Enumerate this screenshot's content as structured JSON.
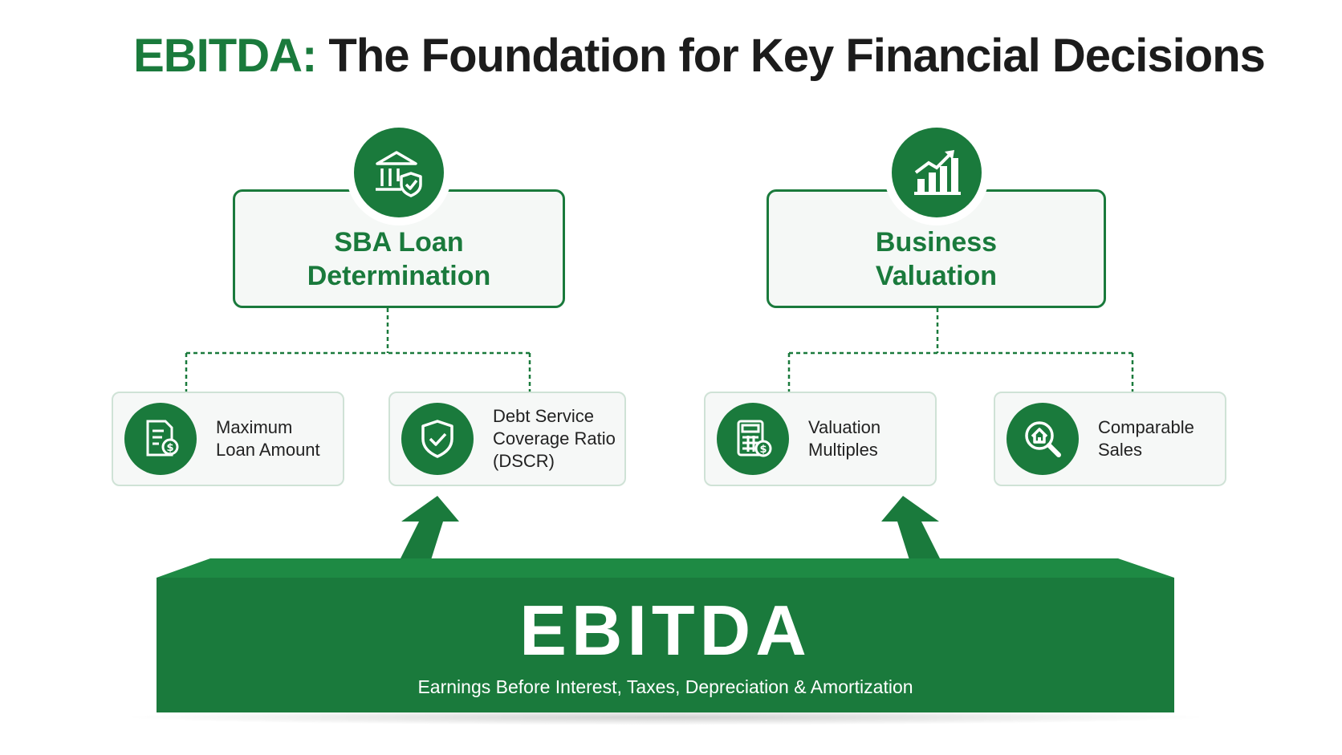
{
  "title": {
    "accent": "EBITDA:",
    "rest": " The Foundation for Key Financial Decisions"
  },
  "colors": {
    "brand_green": "#1a7a3c",
    "box_border": "#cfe2d6",
    "box_fill": "#f6f8f7"
  },
  "branches": [
    {
      "label": "SBA Loan\nDetermination",
      "icon": "bank-shield-icon",
      "items": [
        {
          "label": "Maximum\nLoan Amount",
          "icon": "loan-document-icon"
        },
        {
          "label": "Debt Service\nCoverage Ratio\n(DSCR)",
          "icon": "shield-check-icon"
        }
      ]
    },
    {
      "label": "Business\nValuation",
      "icon": "growth-chart-icon",
      "items": [
        {
          "label": "Valuation\nMultiples",
          "icon": "calculator-icon"
        },
        {
          "label": "Comparable\nSales",
          "icon": "house-search-icon"
        }
      ]
    }
  ],
  "foundation": {
    "title": "EBITDA",
    "subtitle": "Earnings Before Interest, Taxes, Depreciation & Amortization"
  }
}
